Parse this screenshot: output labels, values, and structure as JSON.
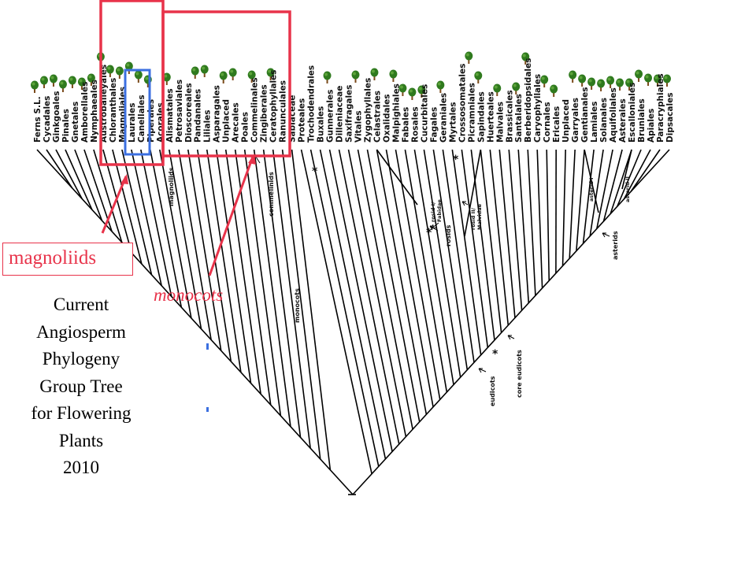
{
  "taxa": [
    "Ferns S.L.",
    "Cycadales",
    "Ginkgoales",
    "Pinales",
    "Gnetales",
    "Amborellales",
    "Nymphaeales",
    "Austrobaileyales",
    "Chloranthales",
    "Magnoliales",
    "Laurales",
    "Canellales",
    "Piperales",
    "Acorales",
    "Alismatales",
    "Petrosaviales",
    "Dioscoreales",
    "Pandanales",
    "Liliales",
    "Asparagales",
    "Unplaced",
    "Arecales",
    "Poales",
    "Commelinales",
    "Zingiberales",
    "Ceratophyllales",
    "Ranunculales",
    "Sabiaceae",
    "Proteales",
    "Trochodendrales",
    "Buxales",
    "Gunnerales",
    "Dilleniaceae",
    "Saxifragales",
    "Vitales",
    "Zygophyllales",
    "Celastrales",
    "Oxalidales",
    "Malpighiales",
    "Fabales",
    "Rosales",
    "Cucurbitales",
    "Fagales",
    "Geraniales",
    "Myrtales",
    "Crossosomatales",
    "Picramniales",
    "Sapindales",
    "Huerteales",
    "Malvales",
    "Brassicales",
    "Santalales",
    "Berberidopsidales",
    "Caryophyllales",
    "Cornales",
    "Ericales",
    "Unplaced",
    "Garryales",
    "Gentianales",
    "Lamiales",
    "Solanales",
    "Aquifoliales",
    "Asterales",
    "Escalloniales",
    "Bruniales",
    "Apiales",
    "Paracryphiales",
    "Dipsacales"
  ],
  "clades": {
    "magnoliids": "magnoliids",
    "commelinids": "commelinids",
    "monocots": "monocots",
    "rosids": "rosids",
    "rosid_i": [
      "rosid I/",
      "Fabidae"
    ],
    "rosid_ii": [
      "rosid II/",
      "Malvidae"
    ],
    "eudicots": "eudicots",
    "core_eudicots": "core eudicots",
    "asterids": "asterids",
    "asterid_i": "asterid I",
    "asterid_ii": "asterid II"
  },
  "star": "*",
  "highlights": {
    "magnoliids_label": "magnoliids",
    "monocots_label": "monocots",
    "red": "#e8334a",
    "blue": "#3b6fe0"
  },
  "caption": [
    "Current",
    "Angiosperm",
    "Phylogeny",
    "Group Tree",
    "for Flowering",
    "Plants",
    "2010"
  ],
  "tree_icon": "tree-icon"
}
